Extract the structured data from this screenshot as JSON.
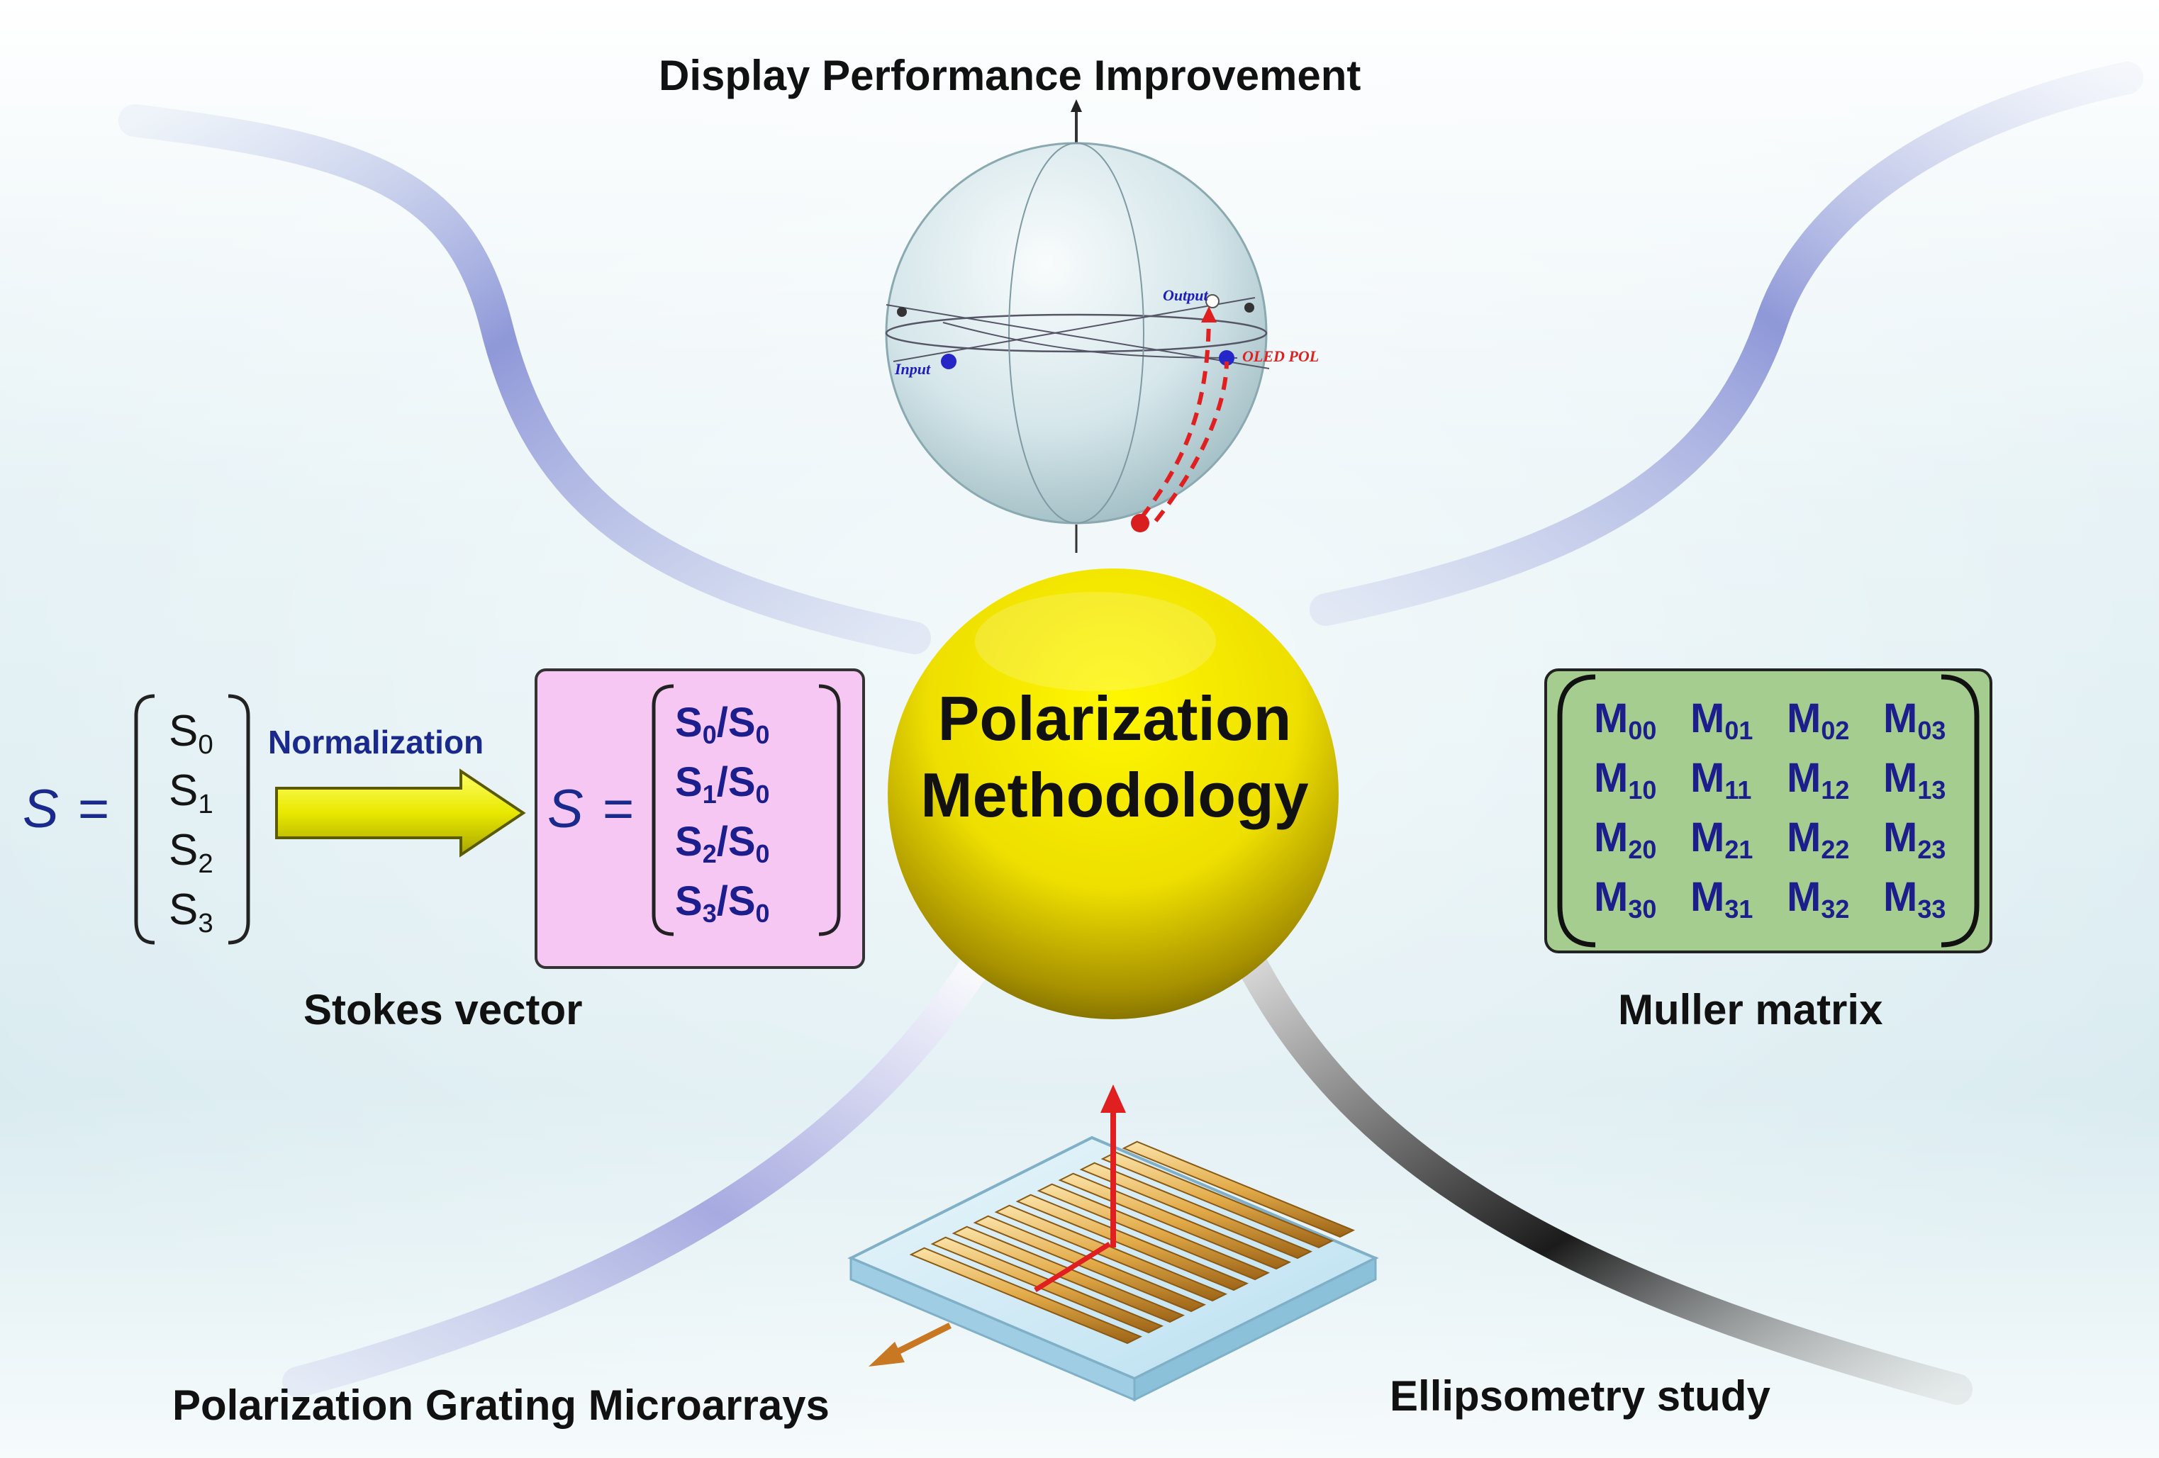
{
  "labels": {
    "top": "Display Performance Improvement",
    "center": [
      "Polarization",
      "Methodology"
    ],
    "stokes": "Stokes vector",
    "muller": "Muller matrix",
    "grating": "Polarization Grating Microarrays",
    "ellipsometry": "Ellipsometry study",
    "normalization": "Normalization"
  },
  "sphere_labels": {
    "input": "Input",
    "output": "Output",
    "oled": "OLED POL"
  },
  "stokes": {
    "symbol": "S",
    "equals": "=",
    "components": [
      {
        "base": "S",
        "sub": "0"
      },
      {
        "base": "S",
        "sub": "1"
      },
      {
        "base": "S",
        "sub": "2"
      },
      {
        "base": "S",
        "sub": "3"
      }
    ]
  },
  "normalized": {
    "symbol": "S",
    "equals": "=",
    "rows": [
      {
        "base": "S",
        "sub": "0",
        "sep": "/",
        "base2": "S",
        "sub2": "0"
      },
      {
        "base": "S",
        "sub": "1",
        "sep": "/",
        "base2": "S",
        "sub2": "0"
      },
      {
        "base": "S",
        "sub": "2",
        "sep": "/",
        "base2": "S",
        "sub2": "0"
      },
      {
        "base": "S",
        "sub": "3",
        "sep": "/",
        "base2": "S",
        "sub2": "0"
      }
    ]
  },
  "muller_matrix": {
    "symbol": "M",
    "rows": [
      [
        "00",
        "01",
        "02",
        "03"
      ],
      [
        "10",
        "11",
        "12",
        "13"
      ],
      [
        "20",
        "21",
        "22",
        "23"
      ],
      [
        "30",
        "31",
        "32",
        "33"
      ]
    ]
  },
  "colors": {
    "center_sphere": "#f0e600",
    "arrow": "#e8e800",
    "normalized_box": "#f7c7f3",
    "matrix_box": "#a5cd8f",
    "matrix_text": "#1b1e8c",
    "normalization_text": "#1a2a8c",
    "sphere_input_label": "#1d1dbb",
    "sphere_oled_label": "#dd2222",
    "sphere_path": "#e02020"
  }
}
